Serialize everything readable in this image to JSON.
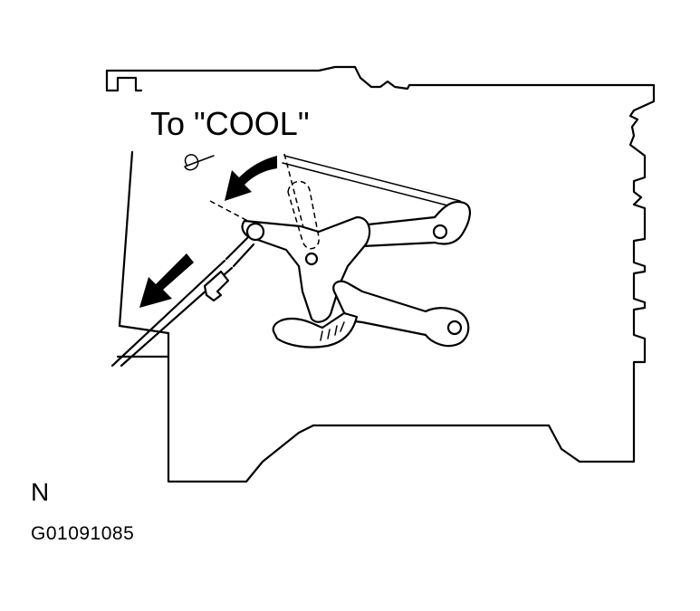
{
  "diagram": {
    "callout_text": "To \"COOL\"",
    "view_letter": "N",
    "figure_code": "G01091085"
  },
  "colors": {
    "ink": "#000000",
    "paper": "#ffffff"
  },
  "icons": [
    "curved-arrow-icon",
    "pull-direction-arrow-icon"
  ]
}
